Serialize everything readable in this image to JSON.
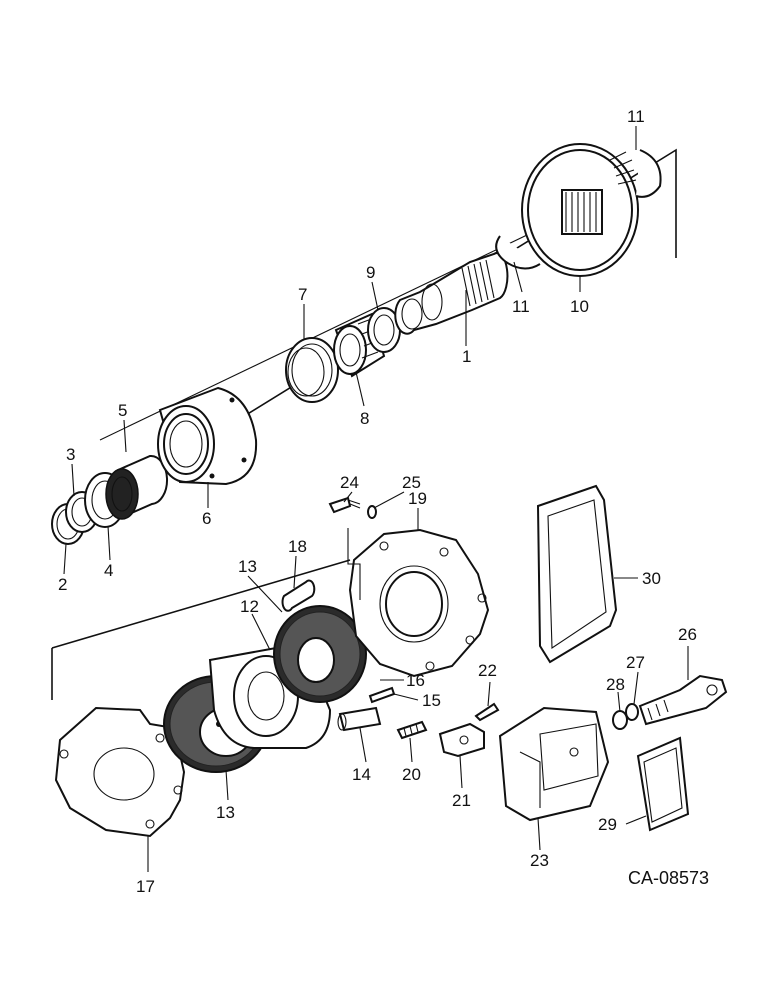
{
  "drawing_code": "CA-08573",
  "callouts": {
    "c1": "1",
    "c2": "2",
    "c3": "3",
    "c4": "4",
    "c5": "5",
    "c6": "6",
    "c7": "7",
    "c8": "8",
    "c9": "9",
    "c10": "10",
    "c11a": "11",
    "c11b": "11",
    "c12": "12",
    "c13a": "13",
    "c13b": "13",
    "c14": "14",
    "c15": "15",
    "c16": "16",
    "c17": "17",
    "c18": "18",
    "c19": "19",
    "c20": "20",
    "c21": "21",
    "c22": "22",
    "c23": "23",
    "c24": "24",
    "c25": "25",
    "c26": "26",
    "c27": "27",
    "c28": "28",
    "c29": "29",
    "c30": "30"
  }
}
